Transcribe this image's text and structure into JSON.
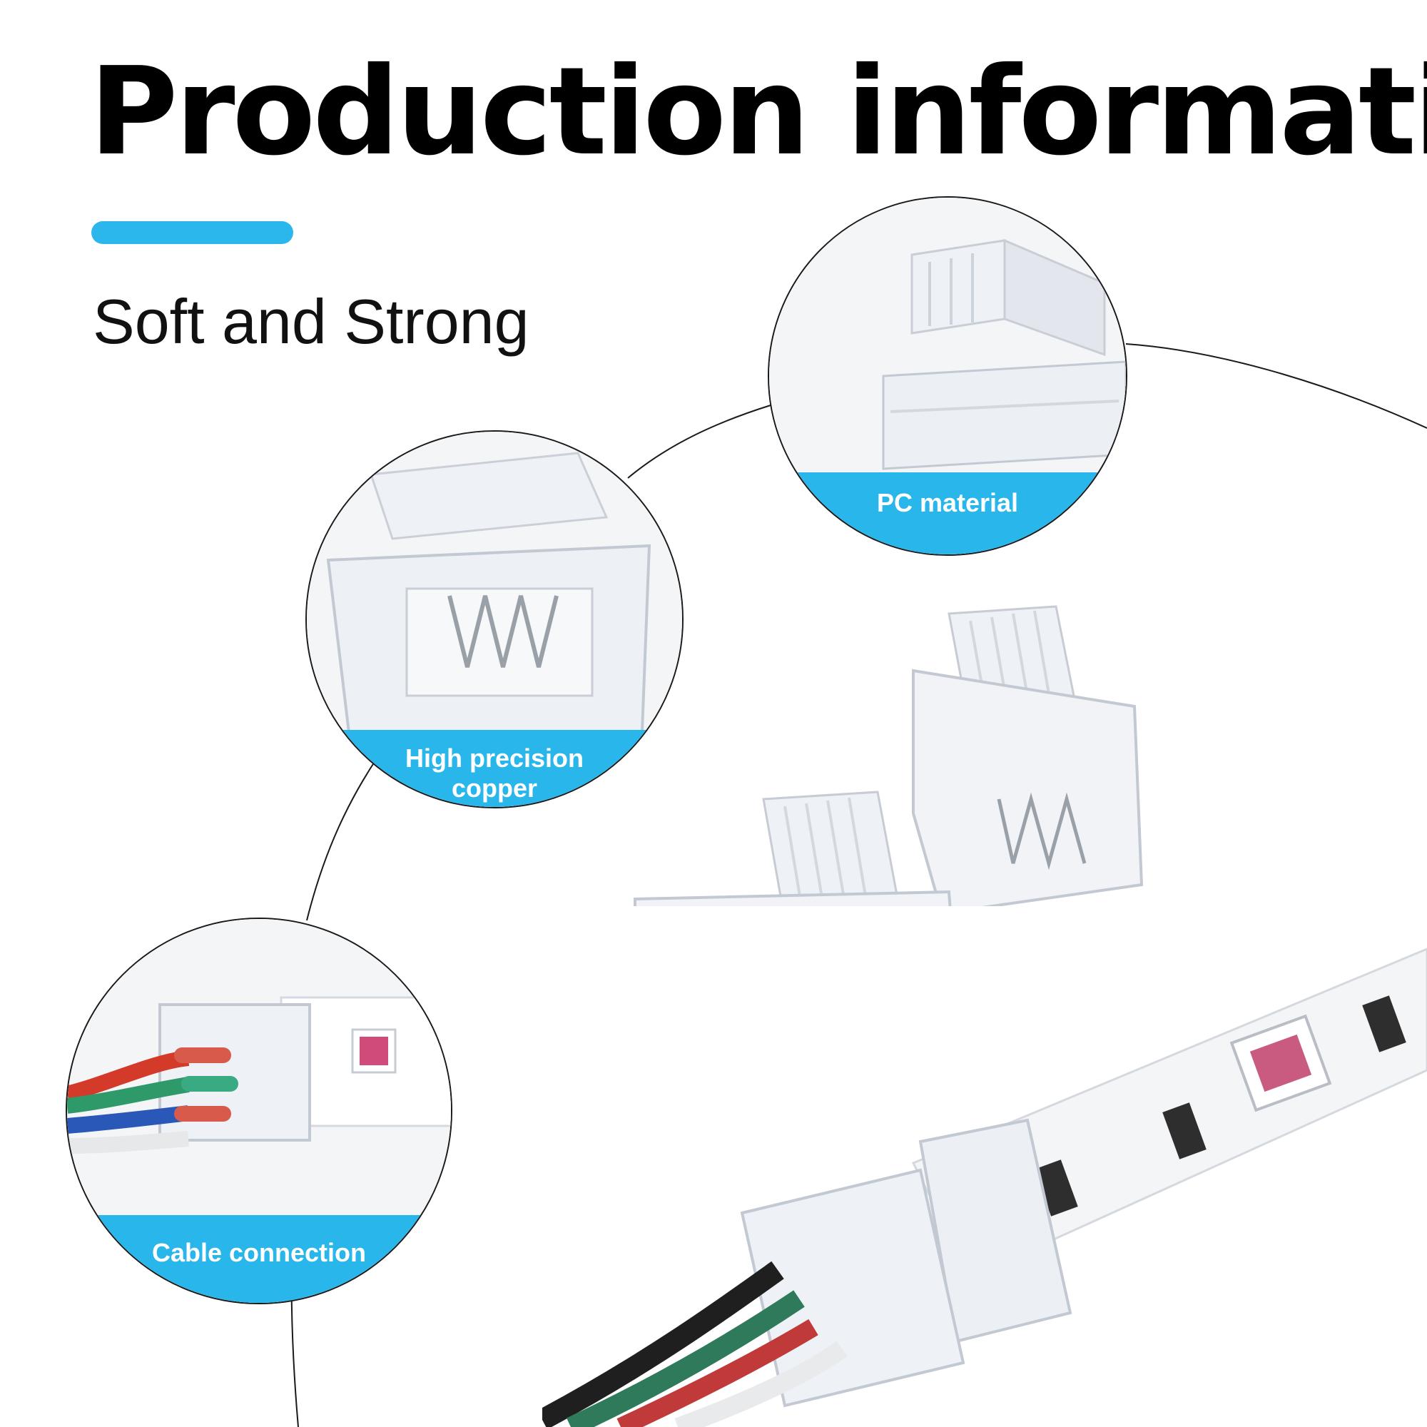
{
  "header": {
    "title": "Production information",
    "subtitle": "Soft and Strong"
  },
  "colors": {
    "accent": "#2bb7ec",
    "band": "#29b6ea",
    "text": "#000000",
    "outline": "#1a1a1a"
  },
  "features": [
    {
      "label": "PC material",
      "icon": "connector-clip-image"
    },
    {
      "label": "High precision copper",
      "line1": "High precision",
      "line2": "copper",
      "icon": "copper-pins-image"
    },
    {
      "label": "Cable connection",
      "icon": "cable-connector-image"
    }
  ],
  "product_images": [
    "clear-connector-pair",
    "led-strip-with-connector"
  ]
}
